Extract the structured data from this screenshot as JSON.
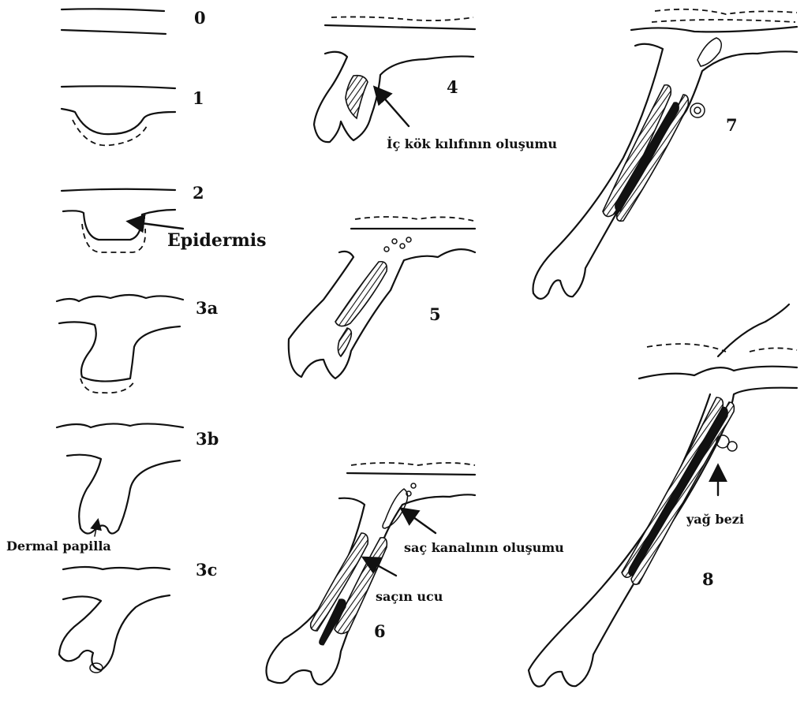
{
  "stages": {
    "s0": "0",
    "s1": "1",
    "s2": "2",
    "s3a": "3a",
    "s3b": "3b",
    "s3c": "3c",
    "s4": "4",
    "s5": "5",
    "s6": "6",
    "s7": "7",
    "s8": "8"
  },
  "annotations": {
    "epidermis": "Epidermis",
    "dermal_papilla": "Dermal papilla",
    "inner_root_sheath": "İç kök kılıfının oluşumu",
    "hair_canal": "saç kanalının oluşumu",
    "hair_tip": "saçın ucu",
    "sebaceous_gland": "yağ bezi"
  }
}
